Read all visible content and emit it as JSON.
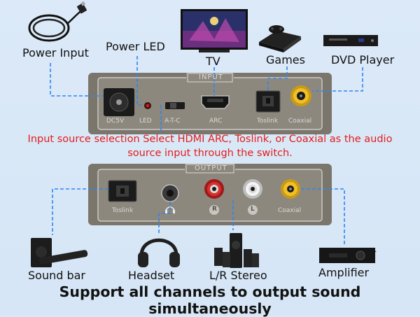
{
  "labels": {
    "power_input": "Power Input",
    "power_led": "Power LED",
    "tv": "TV",
    "games": "Games",
    "dvd_player": "DVD Player",
    "sound_bar": "Sound bar",
    "headset": "Headset",
    "lr_stereo": "L/R Stereo",
    "amplifier": "Amplifier"
  },
  "input_panel": {
    "title": "INPUT",
    "dc5v": "DC5V",
    "led": "LED",
    "atc": "A-T-C",
    "arc": "ARC",
    "toslink": "Toslink",
    "coaxial": "Coaxial"
  },
  "output_panel": {
    "title": "OUTPUT",
    "toslink": "Toslink",
    "r": "R",
    "l": "L",
    "coaxial": "Coaxial"
  },
  "note_line1": "Input source selection Select HDMI ARC, Toslink, or Coaxial as the audio",
  "note_line2": "source input through the switch.",
  "footer": "Support all channels to output sound simultaneously",
  "colors": {
    "background": "#d8e8f8",
    "panel": "#8d887d",
    "connector": "#2e86f0",
    "note": "#e41b1b"
  }
}
